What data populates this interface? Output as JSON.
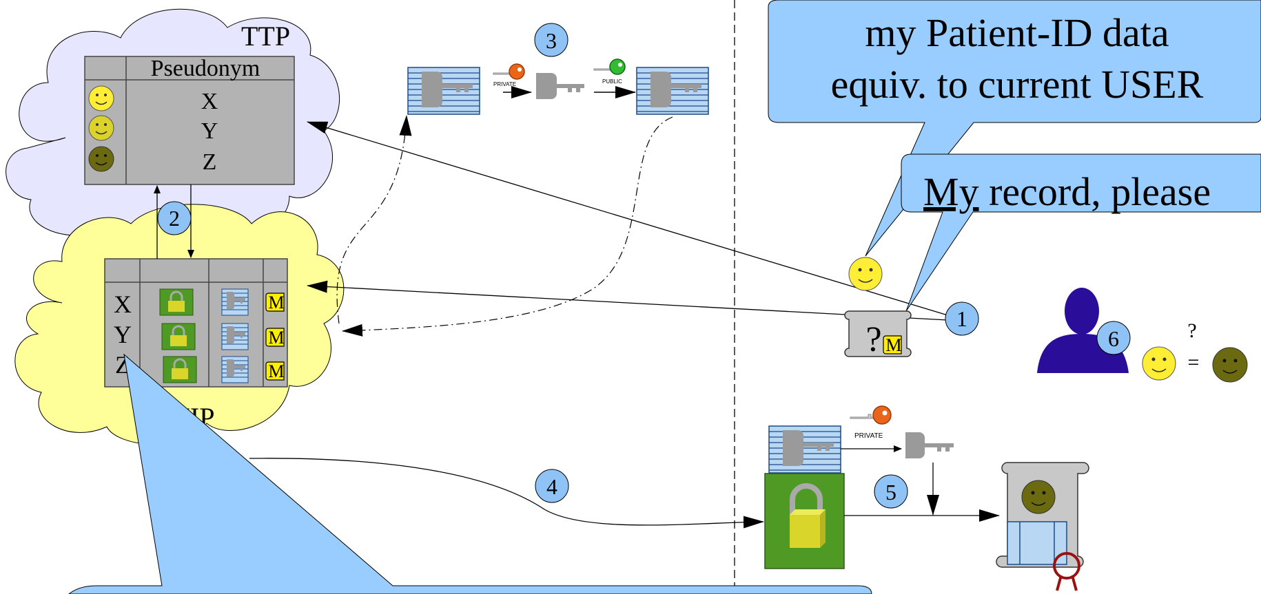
{
  "ttp": {
    "label": "TTP",
    "header": "Pseudonym",
    "rows": [
      "X",
      "Y",
      "Z"
    ]
  },
  "hip": {
    "label": "HIP",
    "rows": [
      "X",
      "Y",
      "Z"
    ],
    "marker": "M"
  },
  "steps": [
    "1",
    "2",
    "3",
    "4",
    "5",
    "6"
  ],
  "keys": {
    "private": "PRIVATE",
    "public": "PUBLIC"
  },
  "bubbles": {
    "patient_id_line1": "my Patient-ID data",
    "patient_id_line2": "equiv. to current USER",
    "record_please_under": "My",
    "record_please_rest": " record, please"
  },
  "request": {
    "symbol": "?",
    "marker": "M"
  },
  "identity": {
    "question": "?",
    "equals": "="
  },
  "colors": {
    "ttp_cloud": "#e6e6ff",
    "hip_cloud": "#ffff99",
    "bubble": "#99ccff",
    "table": "#b3b3b3",
    "lock_bg": "#4f9a25",
    "user": "#2a0e99",
    "step_circle": "#8fc3f5"
  }
}
